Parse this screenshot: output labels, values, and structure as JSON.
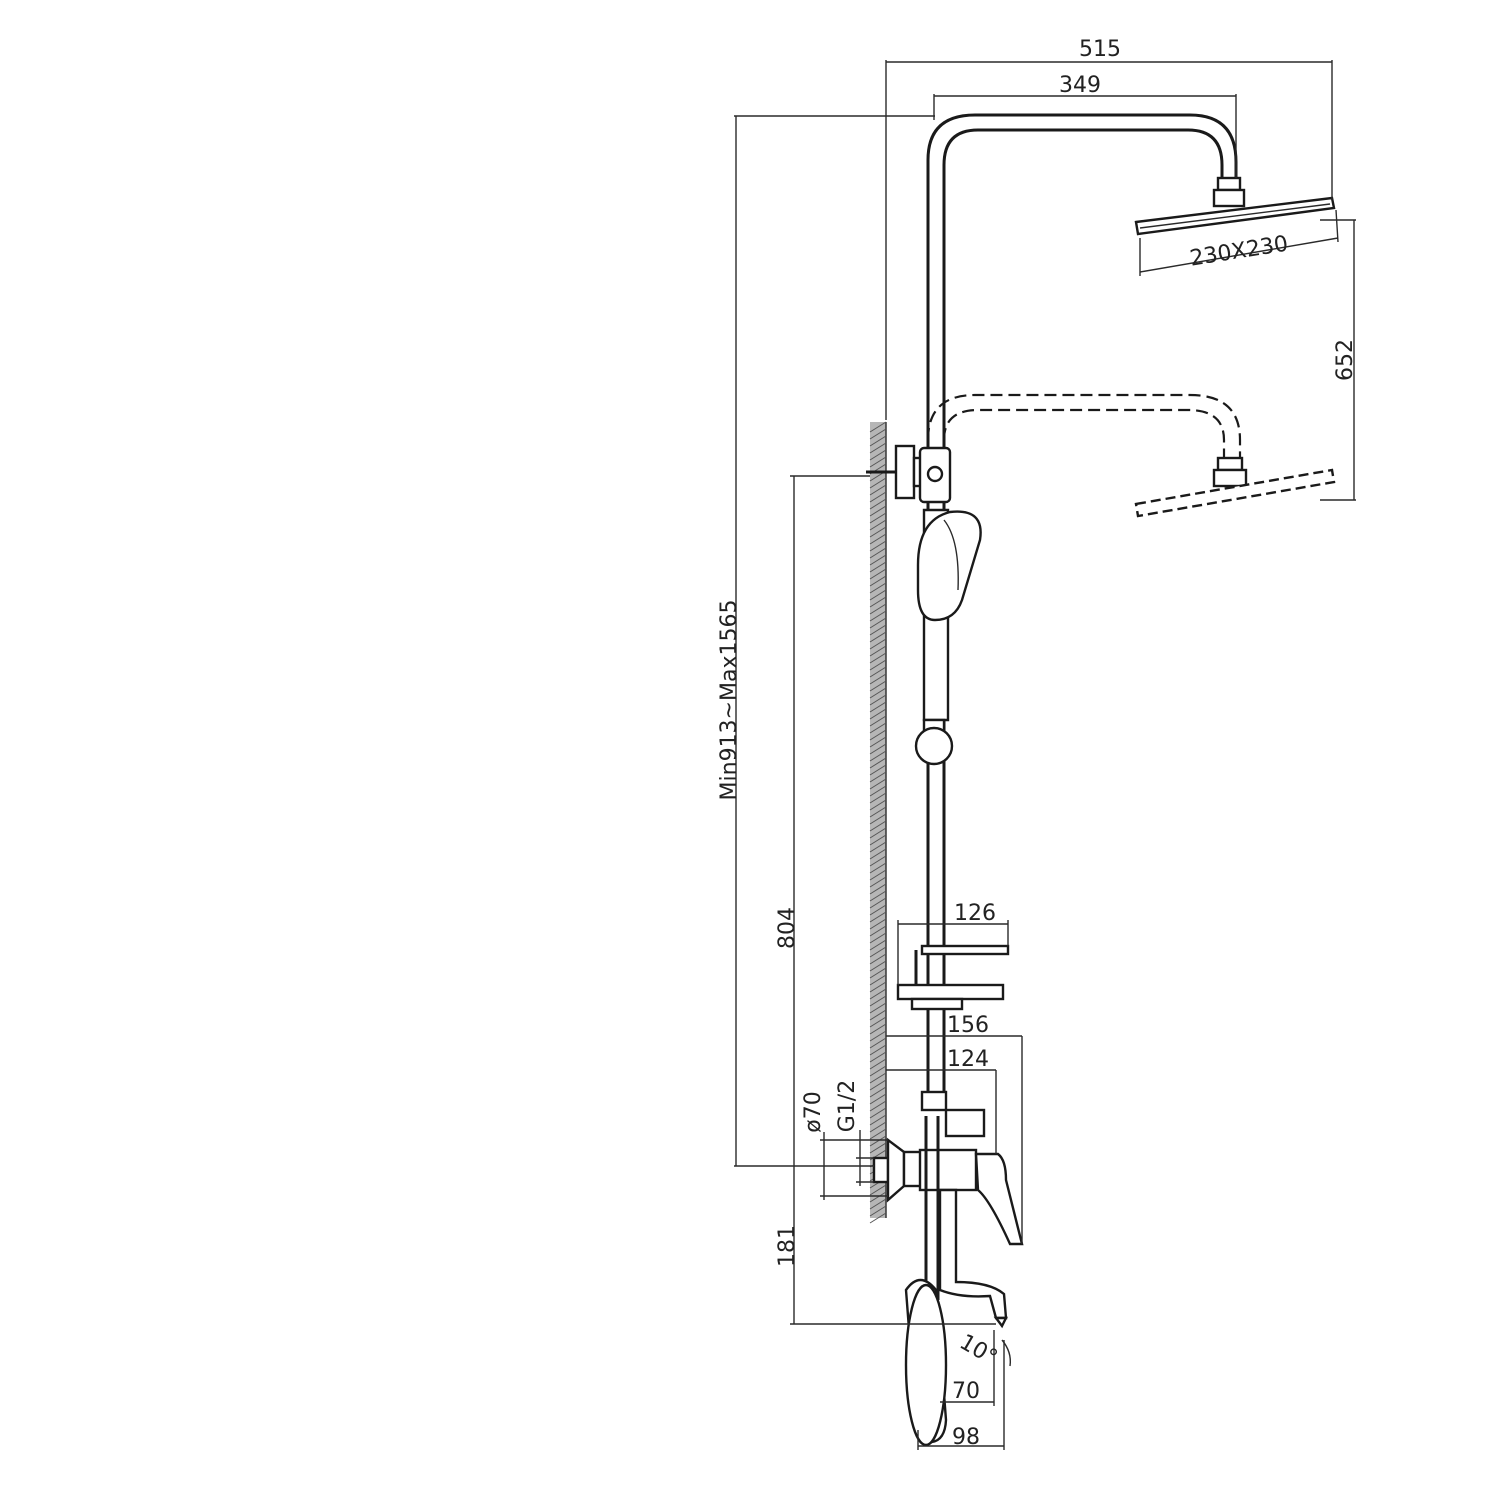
{
  "drawing": {
    "colors": {
      "line": "#1a1a1a",
      "background": "#ffffff",
      "hatch": "#555555"
    },
    "dimensions": {
      "overall_reach": "515",
      "arm_reach": "349",
      "head_size": "230X230",
      "arm_travel": "652",
      "height_range": "Min913~Max1565",
      "bar_height": "804",
      "shelf_width": "126",
      "mixer_depth": "156",
      "lever_depth": "124",
      "flange_dia": "ø70",
      "thread": "G1/2",
      "spout_drop": "181",
      "spout_angle": "10°",
      "spout_projection": "70",
      "handset_width": "98"
    }
  }
}
